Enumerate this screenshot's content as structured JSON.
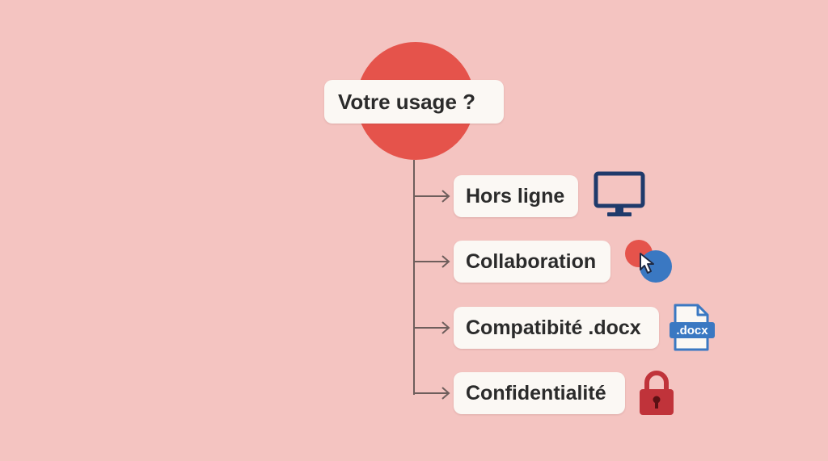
{
  "root": {
    "label": "Votre usage ?"
  },
  "options": [
    {
      "label": "Hors ligne",
      "icon": "monitor-icon"
    },
    {
      "label": "Collaboration",
      "icon": "collaboration-cursor-icon"
    },
    {
      "label": "Compatibité .docx",
      "icon": "docx-file-icon",
      "icon_text": ".docx"
    },
    {
      "label": "Confidentialité",
      "icon": "padlock-icon"
    }
  ],
  "colors": {
    "background": "#f4c4c1",
    "root_circle": "#e5534b",
    "card": "#fbf8f4",
    "connector": "#6e5e5c",
    "monitor": "#1f3a6b",
    "collab_red": "#e5534b",
    "collab_blue": "#3a78c2",
    "docx_blue": "#3a78c2",
    "lock_red": "#c0333a"
  }
}
